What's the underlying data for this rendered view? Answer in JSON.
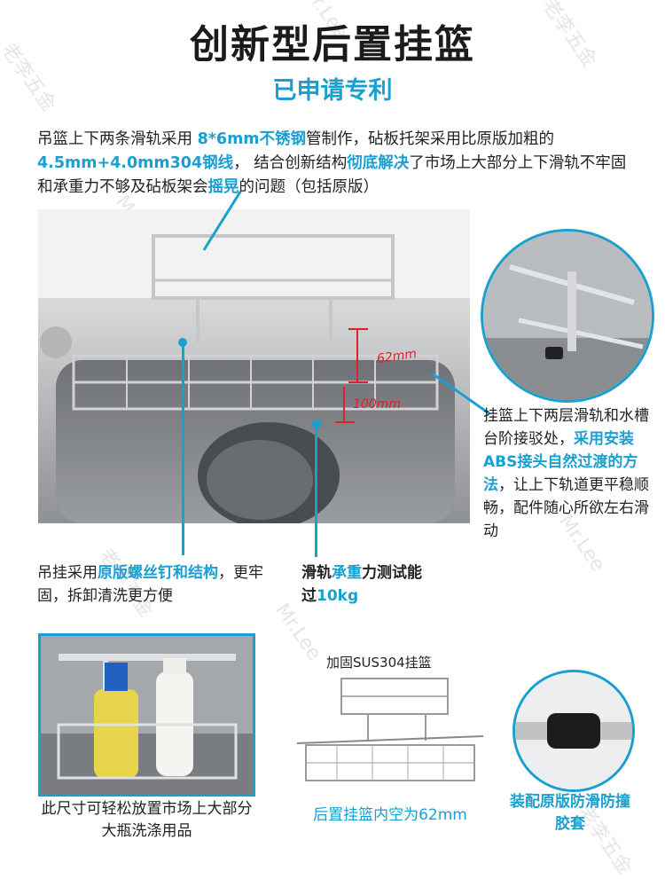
{
  "header": {
    "title": "创新型后置挂篮",
    "subtitle": "已申请专利"
  },
  "intro": {
    "p1": "吊篮上下两条滑轨采用 ",
    "h1": "8*6mm不锈钢",
    "p2": "管制作，砧板托架采用比原版加粗的",
    "h2": "4.5mm+4.0mm304钢线",
    "p3": "， 结合创新结构",
    "h3": "彻底解决",
    "p4": "了市场上大部分上下滑轨不牢固和承重力不够及砧板架会",
    "h4": "摇晃",
    "p5": "的问题（包括原版）"
  },
  "main_photo": {
    "dim_top": "62mm",
    "dim_bottom": "100mm"
  },
  "zoom_note": {
    "p1": "挂篮上下两层滑轨和水槽台阶接驳处，",
    "h1": "采用安装ABS接头自然过渡的方法",
    "p2": "，让上下轨道更平稳顺畅，配件随心所欲左右滑动"
  },
  "caption_screw": {
    "p1": "吊挂采用",
    "h1": "原版螺丝钉和结构",
    "p2": "，更牢固，拆卸清洗更方便"
  },
  "caption_load": {
    "p1": "滑轨",
    "h1": "承重",
    "p2": "力测试能过",
    "h2": "10kg"
  },
  "bottom_left": {
    "caption": "此尺寸可轻松放置市场上大部分大瓶洗涤用品"
  },
  "bottom_mid": {
    "label": "加固SUS304挂篮",
    "caption": "后置挂篮内空为62mm"
  },
  "bottom_right": {
    "caption": "装配原版防滑防撞胶套"
  },
  "watermark": {
    "text": "Mr.Lee",
    "text2": "老李五金"
  },
  "colors": {
    "accent": "#1aa0d0",
    "dim_red": "#e0202a"
  }
}
